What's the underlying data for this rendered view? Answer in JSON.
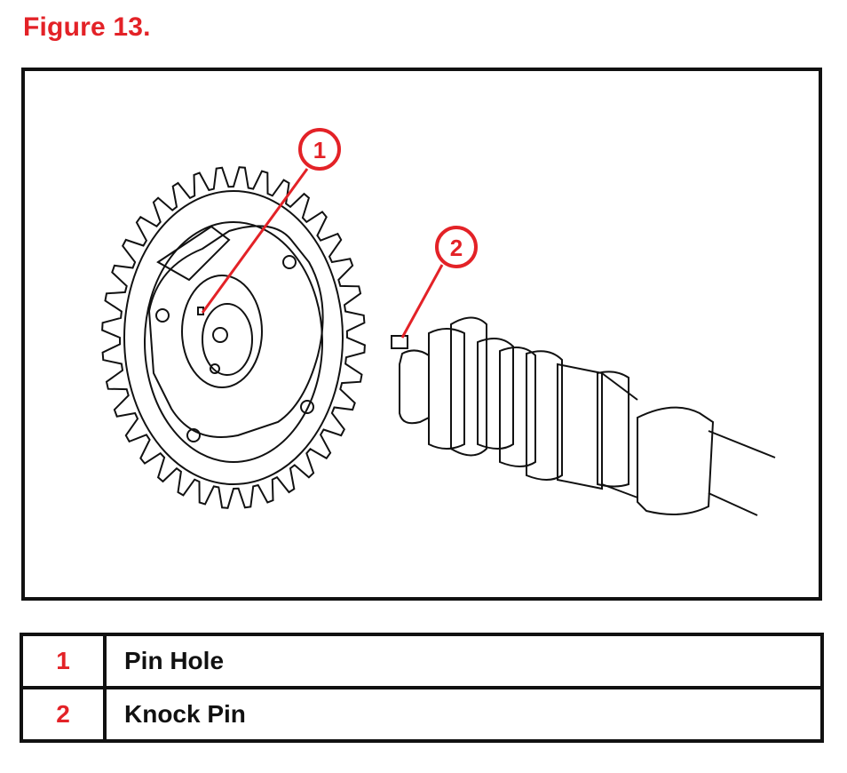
{
  "figure": {
    "title": "Figure 13."
  },
  "colors": {
    "callout": "#e32227",
    "line": "#111111"
  },
  "callouts": [
    {
      "number": "1",
      "description": "Pin Hole"
    },
    {
      "number": "2",
      "description": "Knock Pin"
    }
  ]
}
